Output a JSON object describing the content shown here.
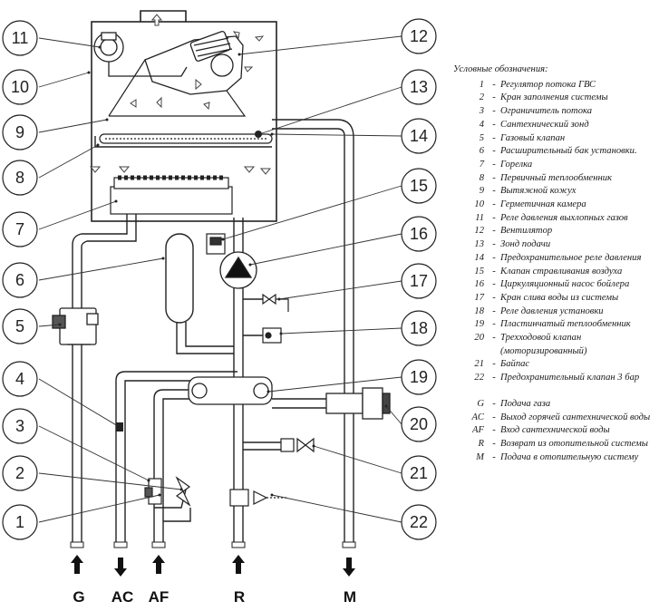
{
  "callouts": [
    "1",
    "2",
    "3",
    "4",
    "5",
    "6",
    "7",
    "8",
    "9",
    "10",
    "11",
    "12",
    "13",
    "14",
    "15",
    "16",
    "17",
    "18",
    "19",
    "20",
    "21",
    "22"
  ],
  "bottom_labels": [
    "G",
    "AC",
    "AF",
    "R",
    "M"
  ],
  "legend": {
    "title": "Условные обозначения:",
    "items": [
      {
        "code": "1",
        "text": "Регулятор потока ГВС"
      },
      {
        "code": "2",
        "text": "Кран заполнения системы"
      },
      {
        "code": "3",
        "text": "Ограничитель потока"
      },
      {
        "code": "4",
        "text": "Сантехнический зонд"
      },
      {
        "code": "5",
        "text": "Газовый клапан"
      },
      {
        "code": "6",
        "text": "Расширительный бак установки."
      },
      {
        "code": "7",
        "text": "Горелка"
      },
      {
        "code": "8",
        "text": "Первичный теплообменник"
      },
      {
        "code": "9",
        "text": "Вытяжной кожух"
      },
      {
        "code": "10",
        "text": "Герметичная камера"
      },
      {
        "code": "11",
        "text": "Реле давления выхлопных газов"
      },
      {
        "code": "12",
        "text": "Вентилятор"
      },
      {
        "code": "13",
        "text": "Зонд подачи"
      },
      {
        "code": "14",
        "text": "Предохранительное реле давления"
      },
      {
        "code": "15",
        "text": "Клапан стравливания воздуха"
      },
      {
        "code": "16",
        "text": "Циркуляционный насос бойлера"
      },
      {
        "code": "17",
        "text": "Кран слива воды из системы"
      },
      {
        "code": "18",
        "text": "Реле давления установки"
      },
      {
        "code": "19",
        "text": "Пластинчатый теплообменник"
      },
      {
        "code": "20",
        "text": "Трехходовой клапан (моторизированный)"
      },
      {
        "code": "21",
        "text": "Байпас"
      },
      {
        "code": "22",
        "text": "Предохранительный клапан 3 бар"
      }
    ],
    "abbreviations": [
      {
        "code": "G",
        "text": "Подача газа"
      },
      {
        "code": "AC",
        "text": "Выход горячей сантехнической воды"
      },
      {
        "code": "AF",
        "text": "Вход сантехнической воды"
      },
      {
        "code": "R",
        "text": "Возврат из отопительной системы"
      },
      {
        "code": "M",
        "text": "Подача в отопительную систему"
      }
    ]
  }
}
